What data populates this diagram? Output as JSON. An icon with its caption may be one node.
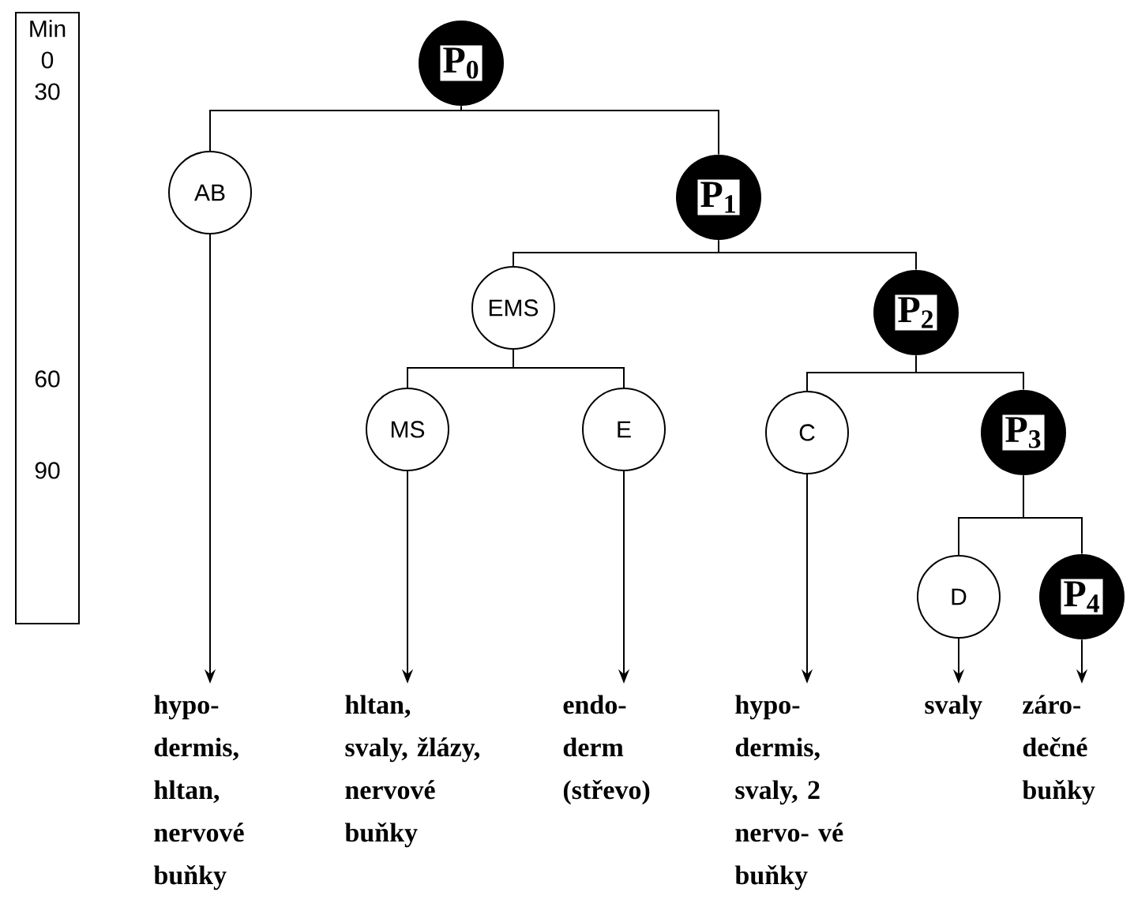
{
  "diagram": {
    "nodes": [
      {
        "text": [
          "P$_{0}$"
        ]
      },
      {
        "text": [
          "AB"
        ]
      },
      {
        "text": [
          "P$_{1}$"
        ]
      },
      {
        "text": [
          "EMS"
        ]
      },
      {
        "text": [
          "P$_{2}$"
        ]
      },
      {
        "text": [
          "MS"
        ]
      },
      {
        "text": [
          "E"
        ]
      },
      {
        "text": [
          "C"
        ]
      },
      {
        "text": [
          "P$_{3}$"
        ]
      },
      {
        "text": [
          "D"
        ]
      },
      {
        "text": [
          "P$_{4}$"
        ]
      },
      {
        "text": [
          "hypo- dermis, hltan, nervové buňky"
        ]
      },
      {
        "text": [
          "hltan, svaly, žlázy, nervové buňky"
        ]
      },
      {
        "text": [
          "endo- derm (střevo)"
        ]
      },
      {
        "text": [
          "hypo- dermis, svaly, 2 nervo- vé buňky"
        ]
      },
      {
        "text": [
          "svaly"
        ]
      },
      {
        "text": [
          "záro- dečné buňky"
        ]
      }
    ],
    "edges": [
      {
        "from": 0,
        "to": 1,
        "arrow": "none"
      },
      {
        "from": 0,
        "to": 2,
        "arrow": "none"
      },
      {
        "from": 2,
        "to": 3,
        "arrow": "none"
      },
      {
        "from": 2,
        "to": 4,
        "arrow": "none"
      },
      {
        "from": 3,
        "to": 5,
        "arrow": "none"
      },
      {
        "from": 3,
        "to": 6,
        "arrow": "none"
      },
      {
        "from": 4,
        "to": 7,
        "arrow": "none"
      },
      {
        "from": 4,
        "to": 8,
        "arrow": "none"
      },
      {
        "from": 8,
        "to": 9,
        "arrow": "none"
      },
      {
        "from": 8,
        "to": 10,
        "arrow": "none"
      },
      {
        "from": 1,
        "to": 11,
        "arrow": "to"
      },
      {
        "from": 5,
        "to": 12,
        "arrow": "to"
      },
      {
        "from": 6,
        "to": 13,
        "arrow": "to"
      },
      {
        "from": 7,
        "to": 14,
        "arrow": "to"
      },
      {
        "from": 9,
        "to": 15,
        "arrow": "to"
      },
      {
        "from": 10,
        "to": 16,
        "arrow": "to"
      }
    ],
    "labels": [
      "Min",
      "0",
      "30",
      "60",
      "90"
    ]
  }
}
